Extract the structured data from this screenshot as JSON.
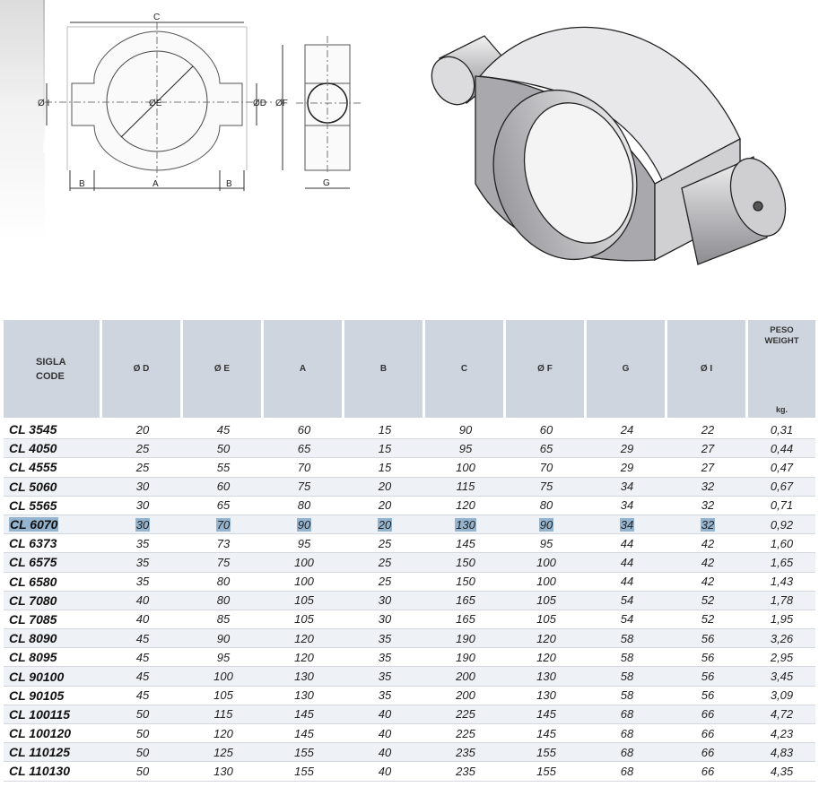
{
  "drawing_labels": {
    "c": "C",
    "a": "A",
    "b_left": "B",
    "b_right": "B",
    "dia_i": "Ø I",
    "dia_e": "ØE",
    "dia_d": "ØD",
    "dia_f": "ØF",
    "g": "G"
  },
  "table": {
    "headers": {
      "code_line1": "SIGLA",
      "code_line2": "CODE",
      "d": "Ø D",
      "e": "Ø E",
      "a": "A",
      "b": "B",
      "c": "C",
      "f": "Ø F",
      "g": "G",
      "i": "Ø I",
      "peso_line1": "PESO",
      "peso_line2": "WEIGHT",
      "peso_unit": "kg."
    },
    "rows": [
      {
        "code": "CL 3545",
        "d": "20",
        "e": "45",
        "a": "60",
        "b": "15",
        "c": "90",
        "f": "60",
        "g": "24",
        "i": "22",
        "w": "0,31"
      },
      {
        "code": "CL 4050",
        "d": "25",
        "e": "50",
        "a": "65",
        "b": "15",
        "c": "95",
        "f": "65",
        "g": "29",
        "i": "27",
        "w": "0,44"
      },
      {
        "code": "CL 4555",
        "d": "25",
        "e": "55",
        "a": "70",
        "b": "15",
        "c": "100",
        "f": "70",
        "g": "29",
        "i": "27",
        "w": "0,47"
      },
      {
        "code": "CL 5060",
        "d": "30",
        "e": "60",
        "a": "75",
        "b": "20",
        "c": "115",
        "f": "75",
        "g": "34",
        "i": "32",
        "w": "0,67"
      },
      {
        "code": "CL 5565",
        "d": "30",
        "e": "65",
        "a": "80",
        "b": "20",
        "c": "120",
        "f": "80",
        "g": "34",
        "i": "32",
        "w": "0,71"
      },
      {
        "code": "CL 6070",
        "d": "30",
        "e": "70",
        "a": "90",
        "b": "20",
        "c": "130",
        "f": "90",
        "g": "34",
        "i": "32",
        "w": "0,92"
      },
      {
        "code": "CL 6373",
        "d": "35",
        "e": "73",
        "a": "95",
        "b": "25",
        "c": "145",
        "f": "95",
        "g": "44",
        "i": "42",
        "w": "1,60"
      },
      {
        "code": "CL 6575",
        "d": "35",
        "e": "75",
        "a": "100",
        "b": "25",
        "c": "150",
        "f": "100",
        "g": "44",
        "i": "42",
        "w": "1,65"
      },
      {
        "code": "CL 6580",
        "d": "35",
        "e": "80",
        "a": "100",
        "b": "25",
        "c": "150",
        "f": "100",
        "g": "44",
        "i": "42",
        "w": "1,43"
      },
      {
        "code": "CL 7080",
        "d": "40",
        "e": "80",
        "a": "105",
        "b": "30",
        "c": "165",
        "f": "105",
        "g": "54",
        "i": "52",
        "w": "1,78"
      },
      {
        "code": "CL 7085",
        "d": "40",
        "e": "85",
        "a": "105",
        "b": "30",
        "c": "165",
        "f": "105",
        "g": "54",
        "i": "52",
        "w": "1,95"
      },
      {
        "code": "CL 8090",
        "d": "45",
        "e": "90",
        "a": "120",
        "b": "35",
        "c": "190",
        "f": "120",
        "g": "58",
        "i": "56",
        "w": "3,26"
      },
      {
        "code": "CL 8095",
        "d": "45",
        "e": "95",
        "a": "120",
        "b": "35",
        "c": "190",
        "f": "120",
        "g": "58",
        "i": "56",
        "w": "2,95"
      },
      {
        "code": "CL 90100",
        "d": "45",
        "e": "100",
        "a": "130",
        "b": "35",
        "c": "200",
        "f": "130",
        "g": "58",
        "i": "56",
        "w": "3,45"
      },
      {
        "code": "CL 90105",
        "d": "45",
        "e": "105",
        "a": "130",
        "b": "35",
        "c": "200",
        "f": "130",
        "g": "58",
        "i": "56",
        "w": "3,09"
      },
      {
        "code": "CL 100115",
        "d": "50",
        "e": "115",
        "a": "145",
        "b": "40",
        "c": "225",
        "f": "145",
        "g": "68",
        "i": "66",
        "w": "4,72"
      },
      {
        "code": "CL 100120",
        "d": "50",
        "e": "120",
        "a": "145",
        "b": "40",
        "c": "225",
        "f": "145",
        "g": "68",
        "i": "66",
        "w": "4,23"
      },
      {
        "code": "CL 110125",
        "d": "50",
        "e": "125",
        "a": "155",
        "b": "40",
        "c": "235",
        "f": "155",
        "g": "68",
        "i": "66",
        "w": "4,83"
      },
      {
        "code": "CL 110130",
        "d": "50",
        "e": "130",
        "a": "155",
        "b": "40",
        "c": "235",
        "f": "155",
        "g": "68",
        "i": "66",
        "w": "4,35"
      }
    ],
    "selected_code": "CL 6070"
  },
  "colors": {
    "header_bg": "#cfd5de",
    "selection": "#94b4cf",
    "part_face": "#e3e3e6",
    "part_side": "#a7a7ab"
  }
}
